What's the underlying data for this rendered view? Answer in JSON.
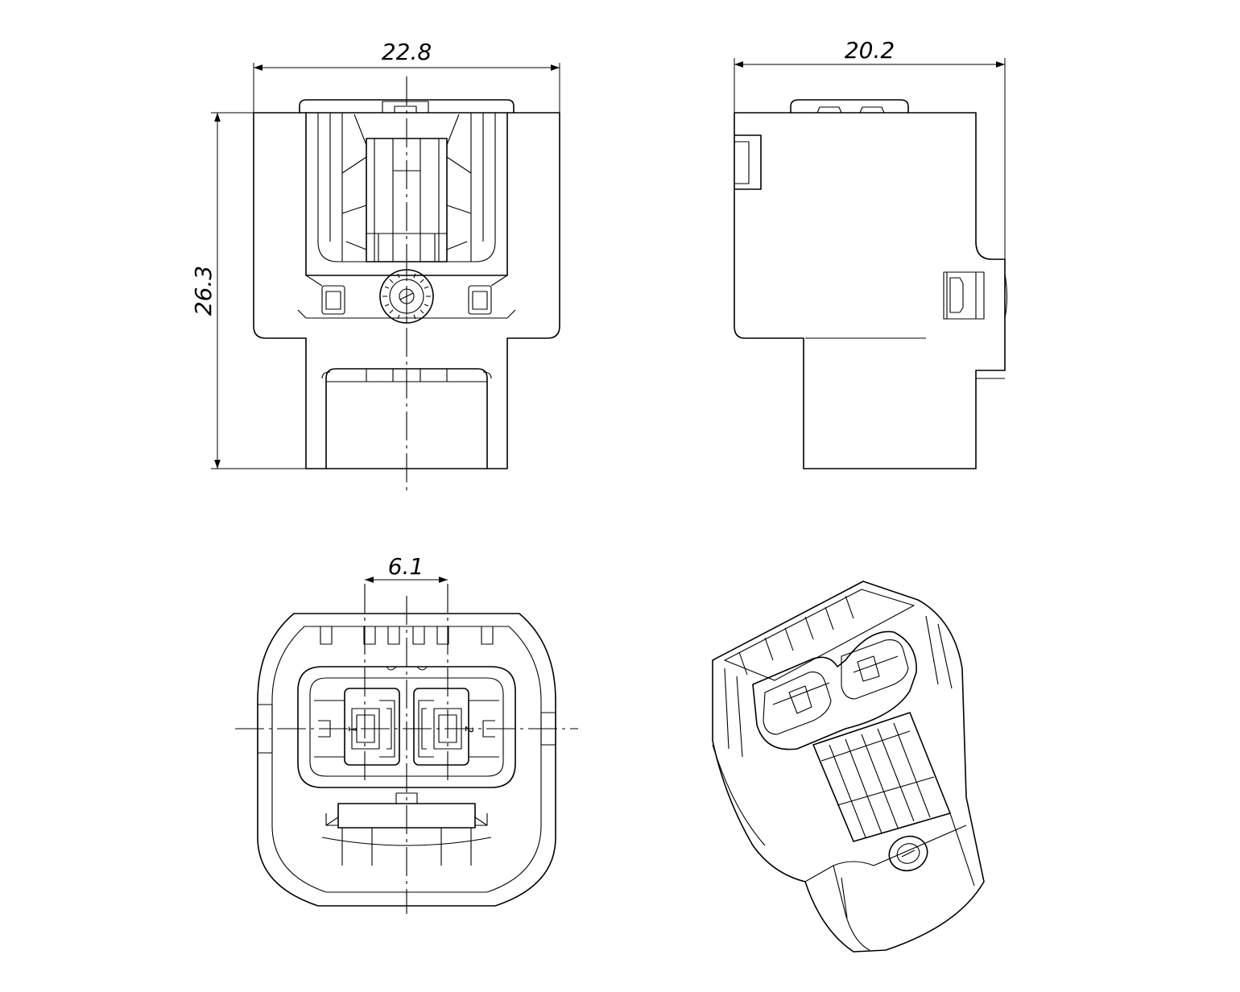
{
  "drawing": {
    "type": "connector-drawing",
    "line_color": "#000000",
    "background": "#ffffff",
    "views": [
      "front",
      "side",
      "mating-face",
      "isometric"
    ]
  },
  "dimensions": {
    "front_width": "22.8",
    "front_height": "26.3",
    "side_width": "20.2",
    "pitch": "6.1"
  },
  "cavity_labels": {
    "left": "1",
    "right": "2"
  }
}
